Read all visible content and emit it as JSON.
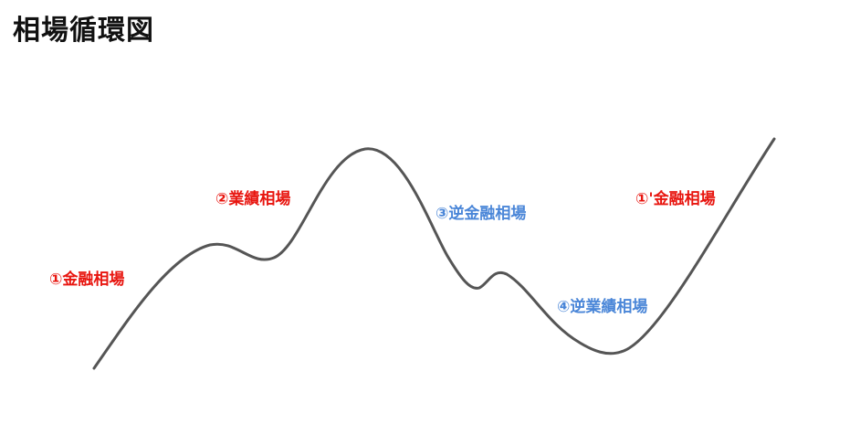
{
  "title": "相場循環図",
  "curve": {
    "color": "#555555"
  },
  "phases": [
    {
      "label": "①金融相場",
      "color": "#e8150f"
    },
    {
      "label": "②業績相場",
      "color": "#e8150f"
    },
    {
      "label": "③逆金融相場",
      "color": "#4a86d8"
    },
    {
      "label": "④逆業績相場",
      "color": "#4a86d8"
    },
    {
      "label": "①'金融相場",
      "color": "#e8150f"
    }
  ]
}
